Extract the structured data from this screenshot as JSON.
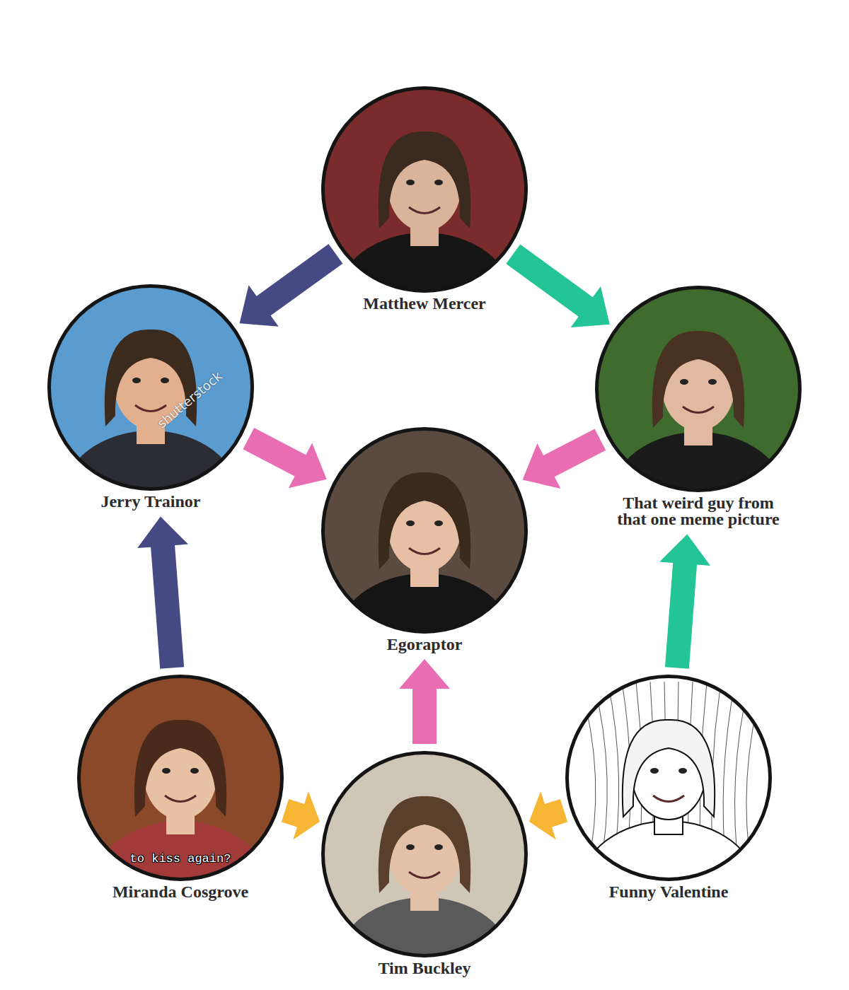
{
  "diagram": {
    "nodes": [
      {
        "text": [
          "Matthew Mercer"
        ]
      },
      {
        "text": [
          "Jerry Trainor"
        ]
      },
      {
        "text": [
          "That weird guy from that one meme picture"
        ]
      },
      {
        "text": [
          "Egoraptor"
        ]
      },
      {
        "text": [
          "Miranda Cosgrove"
        ]
      },
      {
        "text": [
          "Tim Buckley"
        ]
      },
      {
        "text": [
          "Funny Valentine"
        ]
      }
    ],
    "edges": [
      {
        "from": 0,
        "to": 1,
        "arrow": "to"
      },
      {
        "from": 0,
        "to": 2,
        "arrow": "to"
      },
      {
        "from": 1,
        "to": 3,
        "arrow": "to"
      },
      {
        "from": 2,
        "to": 3,
        "arrow": "to"
      },
      {
        "from": 4,
        "to": 1,
        "arrow": "to"
      },
      {
        "from": 6,
        "to": 2,
        "arrow": "to"
      },
      {
        "from": 5,
        "to": 3,
        "arrow": "to"
      },
      {
        "from": 4,
        "to": 5,
        "arrow": "to"
      },
      {
        "from": 6,
        "to": 5,
        "arrow": "to"
      }
    ],
    "labels": [
      "to kiss again?",
      "shutterstock"
    ]
  }
}
